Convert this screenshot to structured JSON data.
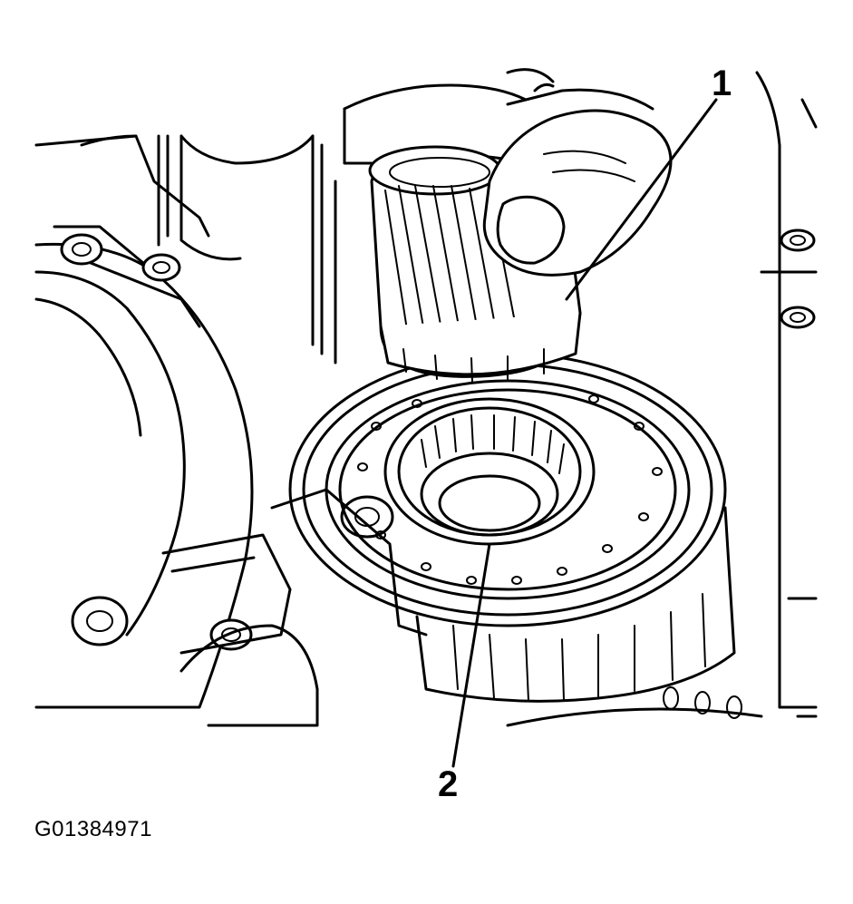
{
  "figure": {
    "id_label": "G01384971"
  },
  "callouts": [
    {
      "label": "1"
    },
    {
      "label": "2"
    }
  ],
  "colors": {
    "ink": "#000000",
    "paper": "#ffffff"
  }
}
